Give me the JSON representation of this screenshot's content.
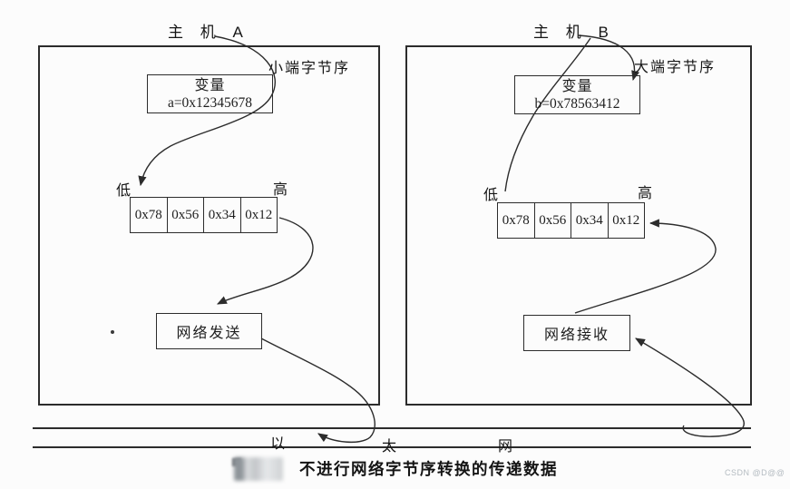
{
  "figure": {
    "caption": "不进行网络字节序转换的传递数据",
    "watermark": "CSDN @D@@"
  },
  "ethernet": {
    "label_chars": [
      "以",
      "太",
      "网"
    ]
  },
  "hosts": {
    "a": {
      "title": "主 机 A",
      "byte_order": "小端字节序",
      "variable": {
        "label": "变量",
        "value": "a=0x12345678"
      },
      "memory": {
        "low_label": "低",
        "high_label": "高",
        "bytes": [
          "0x78",
          "0x56",
          "0x34",
          "0x12"
        ]
      },
      "action": "网络发送"
    },
    "b": {
      "title": "主 机 B",
      "byte_order": "大端字节序",
      "variable": {
        "label": "变量",
        "value": "b=0x78563412"
      },
      "memory": {
        "low_label": "低",
        "high_label": "高",
        "bytes": [
          "0x78",
          "0x56",
          "0x34",
          "0x12"
        ]
      },
      "action": "网络接收"
    }
  }
}
